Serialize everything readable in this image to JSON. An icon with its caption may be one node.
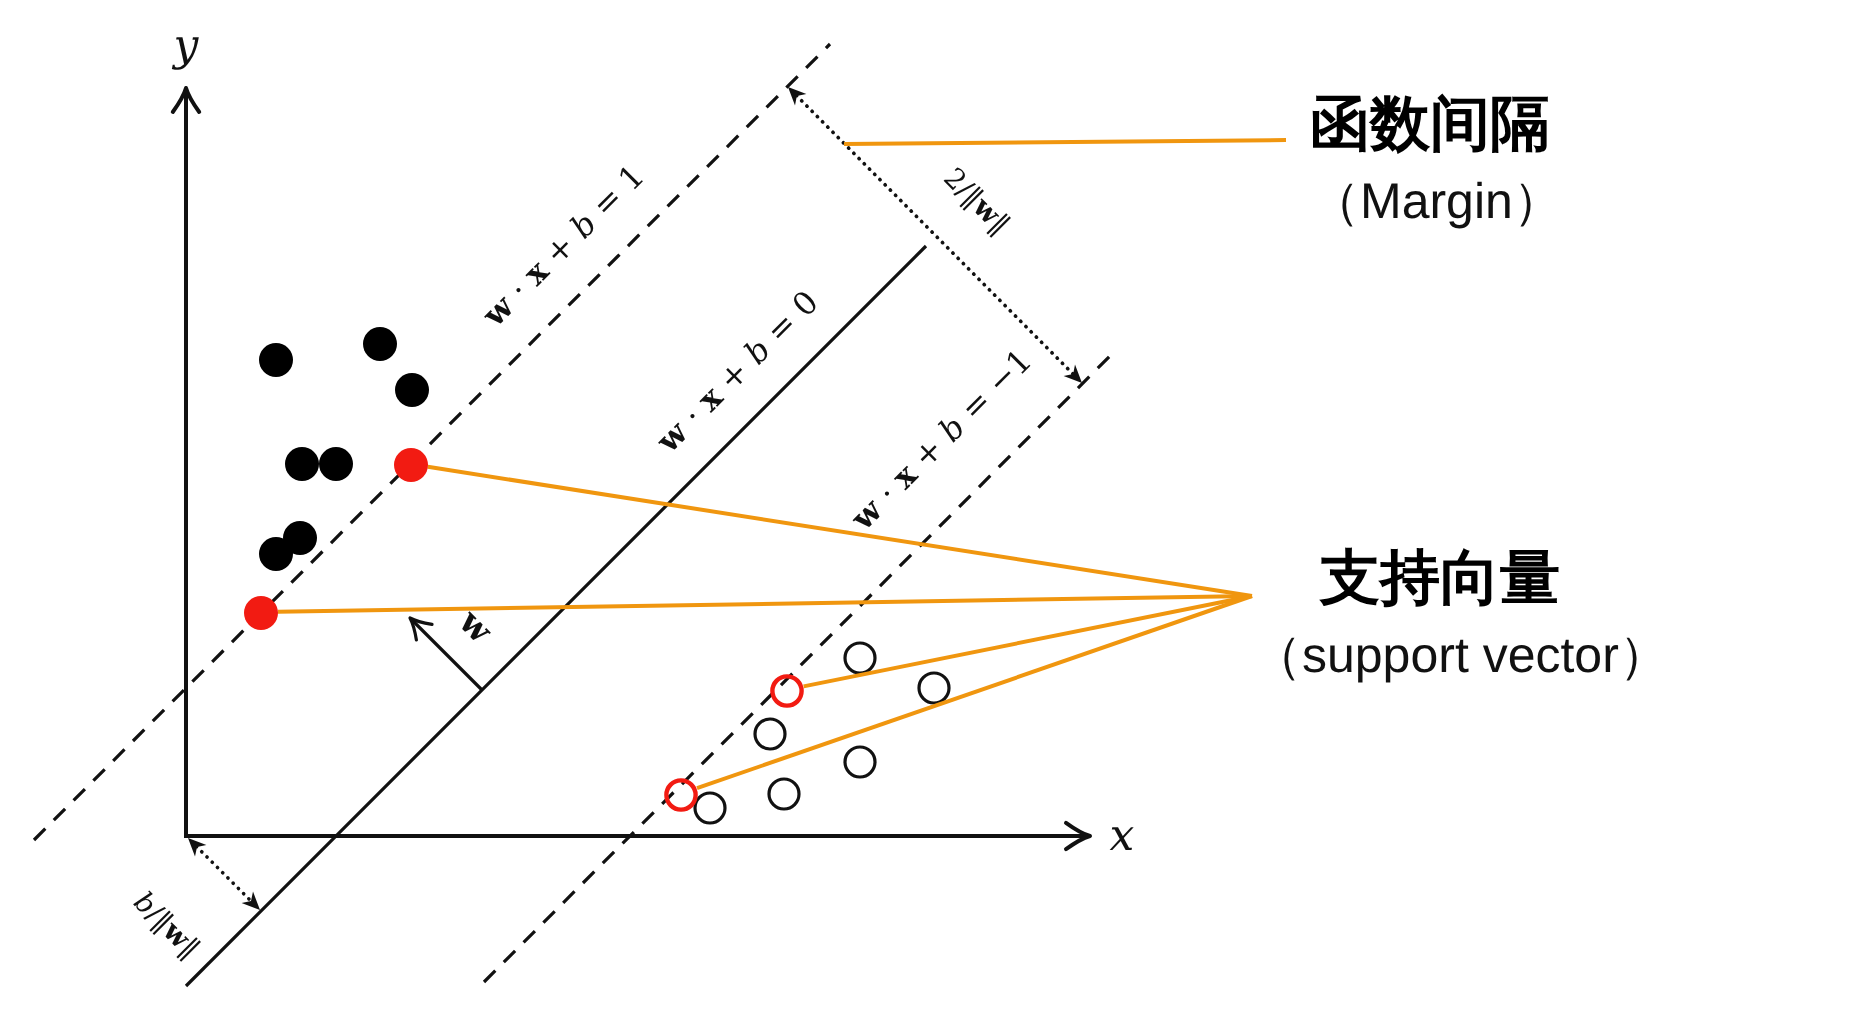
{
  "diagram": {
    "nodes": [
      {
        "text": [
          "函数间隔",
          "（Margin）"
        ]
      },
      {
        "text": [],
        "shape": "circle"
      },
      {
        "text": [
          "支持向量",
          "（support vector）"
        ]
      },
      {
        "text": [],
        "shape": "circle"
      },
      {
        "text": [],
        "shape": "circle"
      },
      {
        "text": [],
        "shape": "circle"
      }
    ],
    "edges": [
      {
        "from": 0,
        "to": null,
        "arrow": "none"
      },
      {
        "from": 2,
        "to": 1,
        "arrow": "none"
      },
      {
        "from": 2,
        "to": 3,
        "arrow": "none"
      },
      {
        "from": 2,
        "to": 4,
        "arrow": "none"
      },
      {
        "from": 2,
        "to": 5,
        "arrow": "none"
      }
    ],
    "labels": [
      "y",
      "**w** · **x** + *b* = 1",
      "2/‖**w**‖",
      "**w** · **x** + *b* = 0",
      "**w** · **x** + *b* = −1",
      "w",
      "x",
      "*b*/‖**w**‖"
    ]
  }
}
